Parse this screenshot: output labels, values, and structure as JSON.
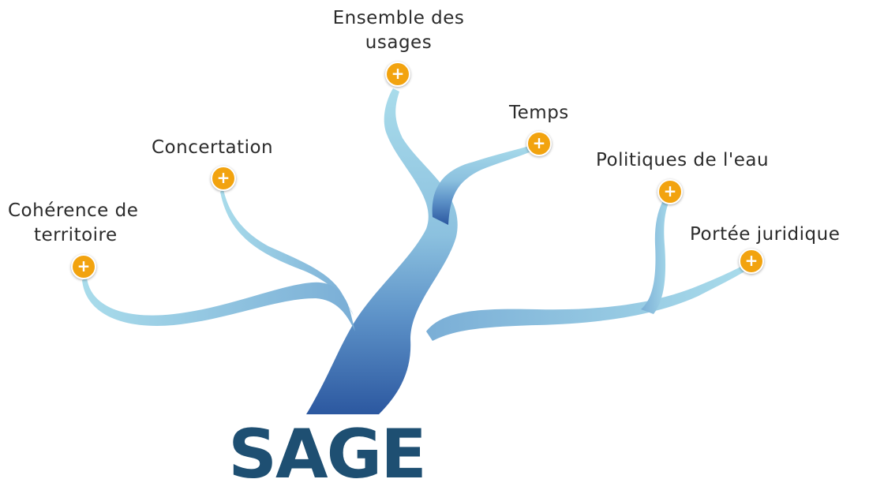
{
  "title": "SAGE",
  "branches": [
    {
      "id": "usages",
      "lines": [
        "Ensemble des",
        "usages"
      ]
    },
    {
      "id": "temps",
      "lines": [
        "Temps"
      ]
    },
    {
      "id": "concertation",
      "lines": [
        "Concertation"
      ]
    },
    {
      "id": "politiques",
      "lines": [
        "Politiques de l'eau"
      ]
    },
    {
      "id": "coherence",
      "lines": [
        "Cohérence de",
        "territoire"
      ]
    },
    {
      "id": "portee",
      "lines": [
        "Portée juridique"
      ]
    }
  ],
  "expand_symbol": "+",
  "colors": {
    "trunk_dark": "#2c58a0",
    "trunk_mid": "#6ea4cf",
    "branch_light": "#a9dceb",
    "button": "#f2a30f",
    "title": "#1e4f72",
    "text": "#2b2b2b"
  }
}
